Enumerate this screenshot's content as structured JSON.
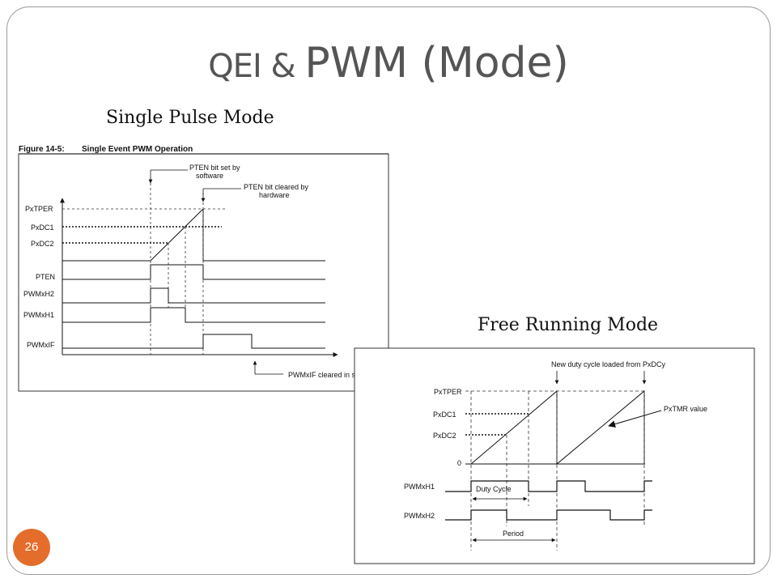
{
  "slide": {
    "title_part1": "QEI & ",
    "title_part2": "PWM (Mode)",
    "page_number": "26"
  },
  "single_pulse": {
    "caption": "Single Pulse Mode",
    "figure_label": "Figure 14-5:",
    "figure_title": "Single Event PWM Operation",
    "signals": [
      "PxTPER",
      "PxDC1",
      "PxDC2",
      "PTEN",
      "PWMxH2",
      "PWMxH1",
      "PWMxIF"
    ],
    "annotations": {
      "pten_set_l1": "PTEN bit set by",
      "pten_set_l2": "software",
      "pten_clear_l1": "PTEN bit cleared by",
      "pten_clear_l2": "hardware",
      "pwmxif_cleared": "PWMxIF cleared in software"
    }
  },
  "free_running": {
    "caption": "Free Running Mode",
    "signals": [
      "PxTPER",
      "PxDC1",
      "PxDC2",
      "0",
      "PWMxH1",
      "PWMxH2"
    ],
    "annotations": {
      "new_duty": "New duty cycle loaded from PxDCy",
      "pxtmr": "PxTMR value",
      "duty_cycle": "Duty Cycle",
      "period": "Period"
    }
  }
}
